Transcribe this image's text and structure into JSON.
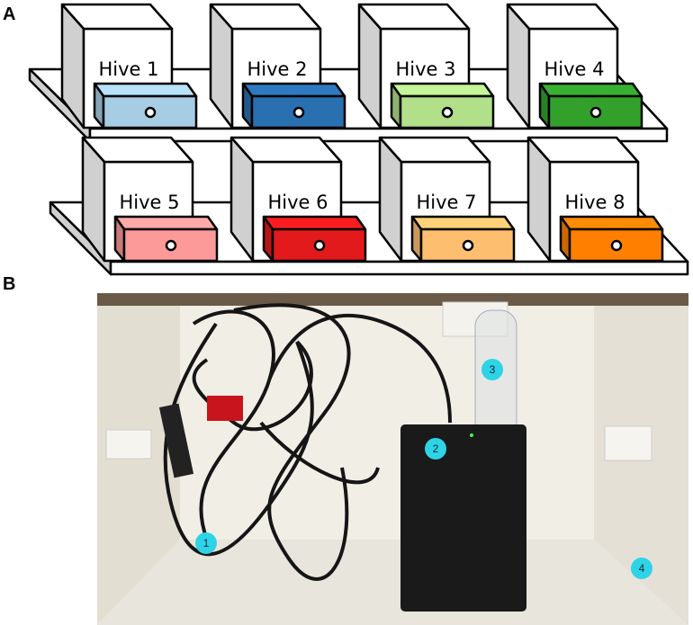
{
  "panels": {
    "a": "A",
    "b": "B"
  },
  "hives": [
    {
      "label": "Hive 1",
      "color": "#a6cde3"
    },
    {
      "label": "Hive 2",
      "color": "#2a6fb0"
    },
    {
      "label": "Hive 3",
      "color": "#b2df8a"
    },
    {
      "label": "Hive 4",
      "color": "#33a02c"
    },
    {
      "label": "Hive 5",
      "color": "#fb9a99"
    },
    {
      "label": "Hive 6",
      "color": "#e31a1c"
    },
    {
      "label": "Hive 7",
      "color": "#fdbf6f"
    },
    {
      "label": "Hive 8",
      "color": "#ff7f00"
    }
  ],
  "photo_markers": [
    "1",
    "2",
    "3",
    "4"
  ],
  "marker_color": "#2fd3e6"
}
